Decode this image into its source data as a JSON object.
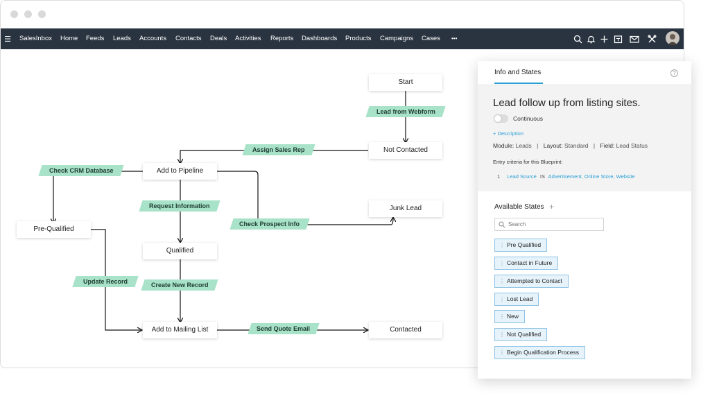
{
  "navbar": {
    "menu_icon": "hamburger-icon",
    "brand": "SalesInbox",
    "items": [
      "Home",
      "Feeds",
      "Leads",
      "Accounts",
      "Contacts",
      "Deals",
      "Activities",
      "Reports",
      "Dashboards",
      "Products",
      "Campaigns",
      "Cases"
    ],
    "more": "•••",
    "icons": [
      "search-icon",
      "bell-icon",
      "plus-icon",
      "calendar-icon",
      "mail-icon",
      "tools-icon",
      "avatar"
    ]
  },
  "flow": {
    "nodes": {
      "start": "Start",
      "not_contacted": "Not Contacted",
      "add_to_pipeline": "Add to Pipeline",
      "junk_lead": "Junk Lead",
      "pre_qualified": "Pre-Qualified",
      "qualified": "Qualified",
      "add_to_mailing_list": "Add to Mailing List",
      "contacted": "Contacted"
    },
    "transitions": {
      "lead_from_webform": "Lead from Webform",
      "assign_sales_rep": "Assign Sales Rep",
      "check_crm_database": "Check CRM Database",
      "request_information": "Request Information",
      "check_prospect_info": "Check Prospect Info",
      "update_record": "Update Record",
      "create_new_record": "Create New Record",
      "send_quote_email": "Send Quote Email"
    }
  },
  "panel": {
    "tab": "Info and States",
    "help_icon": "?",
    "title": "Lead follow up from listing sites.",
    "continuous_label": "Continuous",
    "continuous_on": false,
    "add_description": "+ Description",
    "module_label": "Module:",
    "module_value": "Leads",
    "layout_label": "Layout:",
    "layout_value": "Standard",
    "field_label": "Field:",
    "field_value": "Lead Status",
    "separator": "|",
    "criteria_heading": "Entry criteria for this Blueprint:",
    "criteria": {
      "index": "1",
      "field": "Lead Source",
      "operator": "IS",
      "value": "Advertisement, Online Store, Website"
    },
    "available_states_label": "Available States",
    "add_state_icon": "+",
    "search_placeholder": "Search",
    "states": [
      "Pre Qualified",
      "Contact in Future",
      "Attempted to Contact",
      "Lost Lead",
      "New",
      "Not Qualified",
      "Begin Qualification Process"
    ]
  },
  "colors": {
    "navbar_bg": "#2a3441",
    "tag_bg": "#a8e2c8",
    "link": "#2a9fd6",
    "state_border": "#8fc3e6",
    "state_bg": "#e6f3fb",
    "tab_underline": "#2a9fd6"
  }
}
